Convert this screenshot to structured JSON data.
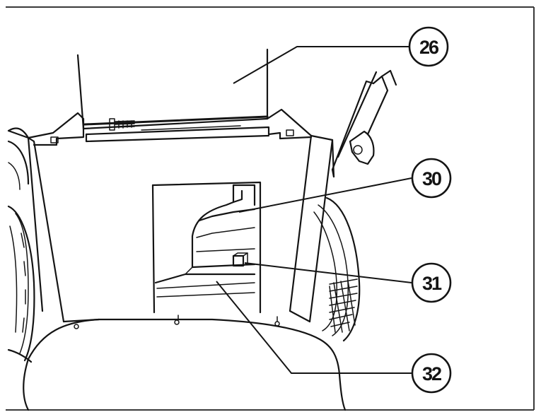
{
  "callouts": [
    {
      "id": "c26",
      "label": "26"
    },
    {
      "id": "c30",
      "label": "30"
    },
    {
      "id": "c31",
      "label": "31"
    },
    {
      "id": "c32",
      "label": "32"
    }
  ],
  "colors": {
    "ink": "#141414",
    "paper": "#ffffff",
    "frame": "#3a3a3a"
  }
}
